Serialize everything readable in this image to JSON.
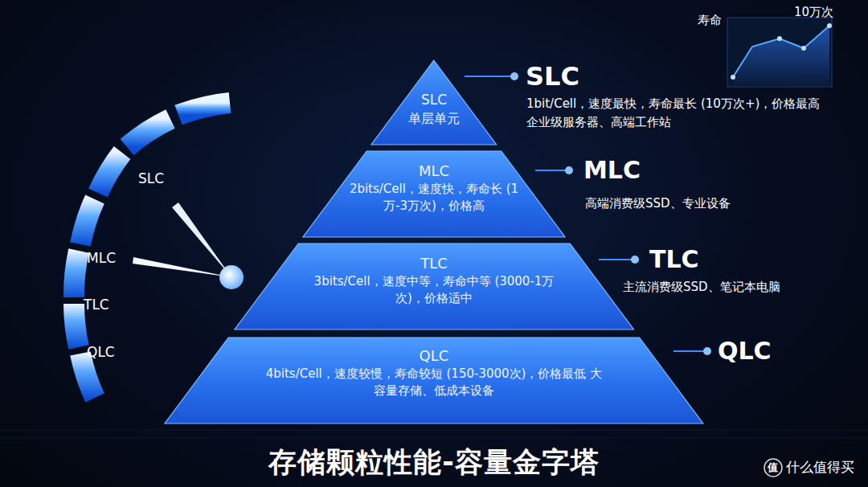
{
  "diagram": {
    "title": "存储颗粒性能-容量金字塔",
    "nodes": [
      {
        "text": [
          "SLC",
          "单层单元"
        ]
      },
      {
        "text": [
          "MLC",
          "2bits/Cell，速度快，寿命长 (1万-3万次)，价格高"
        ]
      },
      {
        "text": [
          "TLC",
          "3bits/Cell，速度中等，寿命中等 (3000-1万次)，价格适中"
        ]
      },
      {
        "text": [
          "QLC",
          "4bits/Cell，速度较慢，寿命较短 (150-3000次)，价格最低 大容量存储、低成本设备"
        ]
      }
    ],
    "labels": [
      "寿命",
      "10万次",
      "SLC",
      "1bit/Cell，速度最快，寿命最长 (10万次+)，价格最高",
      "企业级服务器、高端工作站",
      "MLC",
      "高端消费级SSD、专业设备",
      "TLC",
      "主流消费级SSD、笔记本电脑",
      "QLC",
      "SLC",
      "MLC",
      "TLC",
      "QLC",
      "值",
      "什么值得买"
    ]
  }
}
